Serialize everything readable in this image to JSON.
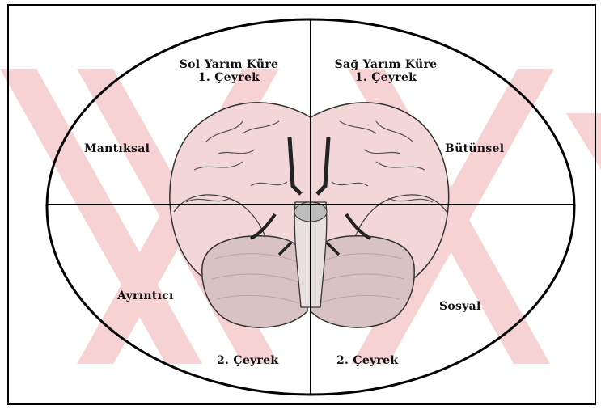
{
  "diagram": {
    "top_left": {
      "line1": "Sol Yarım Küre",
      "line2": "1. Çeyrek"
    },
    "top_right": {
      "line1": "Sağ Yarım Küre",
      "line2": "1. Çeyrek"
    },
    "left_upper": "Mantıksal",
    "right_upper": "Bütünsel",
    "left_lower": "Ayrıntıcı",
    "right_lower": "Sosyal",
    "bottom_left": "2. Çeyrek",
    "bottom_right": "2. Çeyrek"
  },
  "colors": {
    "watermark": "#f6d2d2",
    "brain_fill": "#f3d6d6",
    "line": "#000000"
  }
}
